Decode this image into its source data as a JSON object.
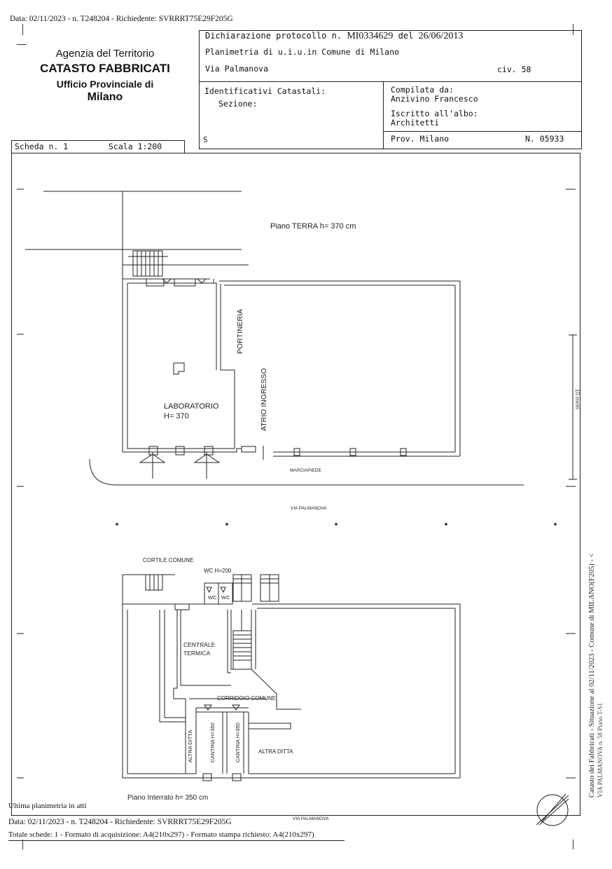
{
  "header_line": "Data: 02/11/2023 - n. T248204 - Richiedente: SVRRRT75E29F205G",
  "agency": {
    "line1": "Agenzia del Territorio",
    "line2": "CATASTO FABBRICATI",
    "line3": "Ufficio Provinciale di",
    "line4": "Milano"
  },
  "declaration": {
    "label": "Dichiarazione protocollo n.",
    "number": "MI0334629",
    "del": "del",
    "date": "26/06/2013"
  },
  "planimetria": "Planimetria di u.i.u.in Comune di Milano",
  "via": "Via Palmanova",
  "civ": "civ. 58",
  "identificativi": {
    "title": "Identificativi Catastali:",
    "sezione": "Sezione:",
    "s": "S"
  },
  "compilata": {
    "label": "Compilata da:",
    "name": "Anzivino Francesco",
    "iscritto": "Iscritto all'albo:",
    "albo": "Architetti",
    "prov": "Prov. Milano",
    "numero": "N. 05933"
  },
  "scheda": {
    "label": "Scheda n. 1",
    "scala": "Scala 1:200"
  },
  "plan_labels": {
    "piano_terra": "Piano TERRA h= 370 cm",
    "portineria": "PORTINERIA",
    "atrio": "ATRIO INGRESSO",
    "laboratorio": "LABORATORIO",
    "laboratorio_h": "H= 370",
    "marciapiede": "MARCIAPIEDE",
    "via_palmanova_1": "VIA PALMANOVA",
    "cortile": "CORTILE COMUNE",
    "wc_h": "WC H=200",
    "wc1": "WC",
    "wc2": "WC",
    "centrale": "CENTRALE",
    "termica": "TERMICA",
    "corridoio": "CORRIDOIO COMUNE",
    "altra_ditta_v": "ALTRA DITTA",
    "cantina1": "CANTINA H=350",
    "cantina2": "CANTINA H=350",
    "altra_ditta_h": "ALTRA DITTA",
    "piano_interrato": "Piano Interrato h= 350 cm",
    "via_palmanova_2": "VIA PALMANOVA",
    "margin_stamp": "10 metri"
  },
  "side_text": "Catasto dei Fabbricati - Situazione al 02/11/2023 - Comune di MILANO(F205) - <",
  "side_text2": "VIA PALMANOVA n. 58 Piano T-S1",
  "footer": {
    "ultima": "Ultima planimetria in atti",
    "data": "Data: 02/11/2023 - n. T248204 - Richiedente: SVRRRT75E29F205G",
    "totale": "Totale schede: 1 - Formato di acquisizione: A4(210x297)  - Formato stampa richiesto: A4(210x297)"
  }
}
